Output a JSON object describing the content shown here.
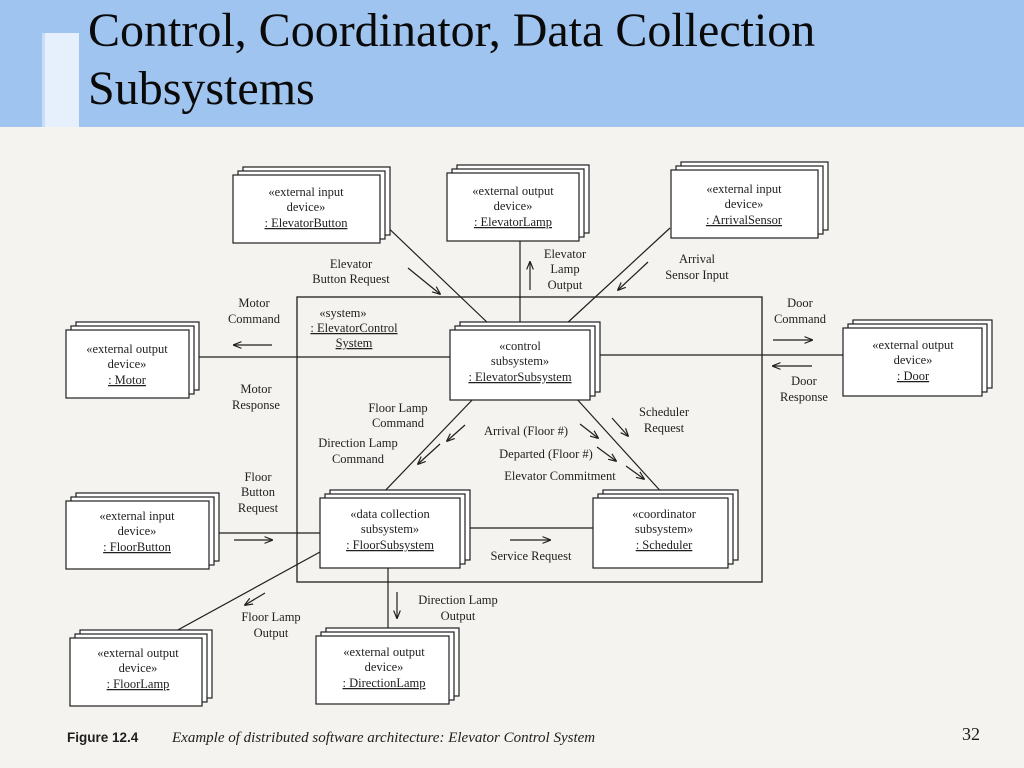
{
  "slide": {
    "title": "Control, Coordinator, Data Collection\nSubsystems",
    "page_number": "32"
  },
  "colors": {
    "header": "#9fc4ef",
    "figure_background": "#f4f3ef",
    "ink": "#1f1f1f"
  },
  "diagram": {
    "system_box": {
      "stereotype": "«system»",
      "name_line1": ": ElevatorControl",
      "name_line2": "System"
    },
    "nodes": {
      "elevator_button": {
        "line1": "«external input",
        "line2": "device»",
        "name": ": ElevatorButton"
      },
      "elevator_lamp": {
        "line1": "«external output",
        "line2": "device»",
        "name": ": ElevatorLamp"
      },
      "arrival_sensor": {
        "line1": "«external input",
        "line2": "device»",
        "name": ": ArrivalSensor"
      },
      "motor": {
        "line1": "«external output",
        "line2": "device»",
        "name": ": Motor"
      },
      "door": {
        "line1": "«external output",
        "line2": "device»",
        "name": ": Door"
      },
      "floor_button": {
        "line1": "«external input",
        "line2": "device»",
        "name": ": FloorButton"
      },
      "floor_lamp": {
        "line1": "«external output",
        "line2": "device»",
        "name": ": FloorLamp"
      },
      "direction_lamp": {
        "line1": "«external output",
        "line2": "device»",
        "name": ": DirectionLamp"
      },
      "control_subsystem": {
        "line1": "«control",
        "line2": "subsystem»",
        "name": ": ElevatorSubsystem"
      },
      "data_collection_subsystem": {
        "line1": "«data collection",
        "line2": "subsystem»",
        "name": ": FloorSubsystem"
      },
      "coordinator_subsystem": {
        "line1": "«coordinator",
        "line2": "subsystem»",
        "name": ": Scheduler"
      }
    },
    "messages": {
      "elevator_button_request": [
        "Elevator",
        "Button Request"
      ],
      "elevator_lamp_output": [
        "Elevator",
        "Lamp",
        "Output"
      ],
      "arrival_sensor_input": [
        "Arrival",
        "Sensor Input"
      ],
      "motor_command": [
        "Motor",
        "Command"
      ],
      "motor_response": [
        "Motor",
        "Response"
      ],
      "door_command": [
        "Door",
        "Command"
      ],
      "door_response": [
        "Door",
        "Response"
      ],
      "floor_lamp_command": [
        "Floor Lamp",
        "Command"
      ],
      "direction_lamp_command": [
        "Direction Lamp",
        "Command"
      ],
      "scheduler_request": [
        "Scheduler",
        "Request"
      ],
      "arrival_floor": "Arrival (Floor #)",
      "departed_floor": "Departed (Floor #)",
      "elevator_commitment": "Elevator Commitment",
      "floor_button_request": [
        "Floor",
        "Button",
        "Request"
      ],
      "service_request": "Service Request",
      "floor_lamp_output": [
        "Floor Lamp",
        "Output"
      ],
      "direction_lamp_output": [
        "Direction Lamp",
        "Output"
      ]
    },
    "caption": {
      "label": "Figure 12.4",
      "text": "Example of distributed software architecture: Elevator Control System"
    }
  }
}
